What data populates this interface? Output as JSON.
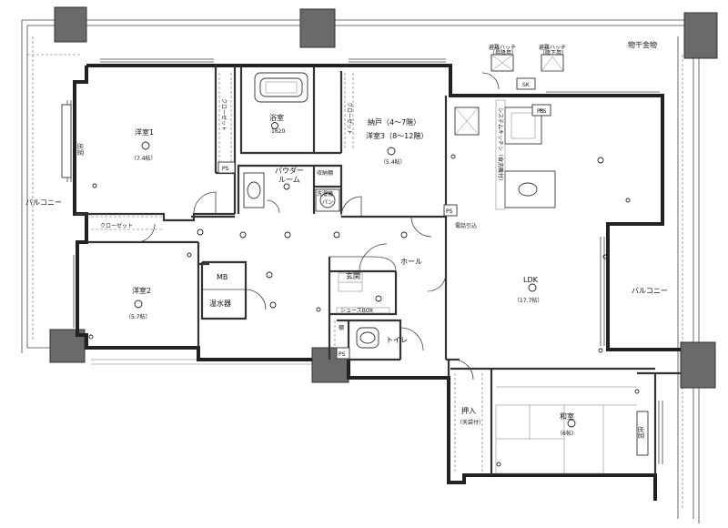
{
  "floor_plan": {
    "rooms": {
      "western1": {
        "name": "洋室1",
        "size": "（7.4帖）"
      },
      "western2": {
        "name": "洋室2",
        "size": "（5.7帖）"
      },
      "closet_storage": {
        "name": "納戸（4～7階）",
        "name2": "洋室3（8～12階）",
        "size": "（5.4帖）"
      },
      "ldk": {
        "name": "LDK",
        "size": "（17.7帖）"
      },
      "japanese": {
        "name": "和室",
        "size": "（6帖）"
      },
      "bath": {
        "name": "浴室",
        "code": "1620"
      },
      "powder": {
        "name": "パウダー",
        "name2": "ルーム"
      },
      "toilet": {
        "name": "トイレ"
      },
      "entrance": {
        "name": "玄関"
      },
      "hall": {
        "name": "ホール"
      },
      "mb": {
        "name": "MB"
      },
      "water_heater": {
        "name": "温水器"
      }
    },
    "labels": {
      "balcony_left": "バルコニー",
      "balcony_right": "バルコニー",
      "bay_window_left": "出窓",
      "bay_window_right": "出窓",
      "closet": "クローゼット",
      "closet_b": "クローゼット",
      "closet_c": "クローゼット",
      "storage": "収納棚",
      "laundry": "洗濯機",
      "laundry2": "パン",
      "shoe_box": "シューズBOX",
      "shelf": "棚",
      "oshiire": "押入",
      "oshiire_sub": "（天袋付）",
      "hatch_evac": "避難ハッチ",
      "hatch_evac_sub": "（昇降用）",
      "hatch_evac2": "避難ハッチ",
      "hatch_evac2_sub": "（降下用）",
      "laundry_hanger": "物干金物",
      "ps1": "PS",
      "ps2": "PS",
      "ps3": "PS",
      "ps4": "PS",
      "ps5": "PS",
      "sk": "SK",
      "switch_panel": "電話引込",
      "system_kitchen": "システムキッチン（食洗機付）"
    }
  }
}
